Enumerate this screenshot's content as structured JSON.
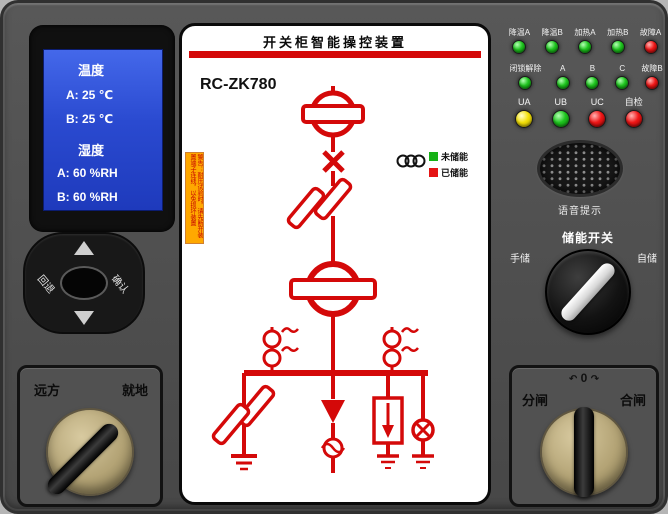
{
  "panel": {
    "mimic": {
      "title": "开关柜智能操控装置",
      "model": "RC-ZK780",
      "warning_text": "警告：耐压试验时，请先断开装置端子连线，以免损坏装置",
      "legend": {
        "not_charged": {
          "label": "未储能",
          "color": "green"
        },
        "charged": {
          "label": "已储能",
          "color": "red"
        }
      }
    },
    "lcd": {
      "temp_title": "温度",
      "temp_a": "A: 25 ℃",
      "temp_b": "B: 25 ℃",
      "hum_title": "湿度",
      "hum_a": "A: 60 %RH",
      "hum_b": "B: 60 %RH"
    },
    "nav": {
      "back": "回退",
      "confirm": "确认"
    },
    "indicators": {
      "g1": [
        {
          "label": "降温A",
          "color": "green"
        },
        {
          "label": "降温B",
          "color": "green"
        },
        {
          "label": "加热A",
          "color": "green"
        },
        {
          "label": "加热B",
          "color": "green"
        },
        {
          "label": "故障A",
          "color": "red"
        }
      ],
      "g2": [
        {
          "label": "闭锁解除",
          "color": "green"
        },
        {
          "label": "A",
          "color": "green"
        },
        {
          "label": "B",
          "color": "green"
        },
        {
          "label": "C",
          "color": "green"
        },
        {
          "label": "故障B",
          "color": "red"
        }
      ],
      "g3": [
        {
          "label": "UA",
          "color": "yellow"
        },
        {
          "label": "UB",
          "color": "green"
        },
        {
          "label": "UC",
          "color": "red"
        },
        {
          "label": "自检",
          "color": "red"
        }
      ]
    },
    "speaker": {
      "label": "语音提示"
    },
    "energy_switch": {
      "title": "储能开关",
      "left": "手储",
      "right": "自储"
    },
    "remote_local_switch": {
      "left": "远方",
      "right": "就地"
    },
    "open_close_switch": {
      "left": "分闸",
      "right": "合闸",
      "zero": "0",
      "arrow_left": "↶",
      "arrow_right": "↷"
    }
  }
}
